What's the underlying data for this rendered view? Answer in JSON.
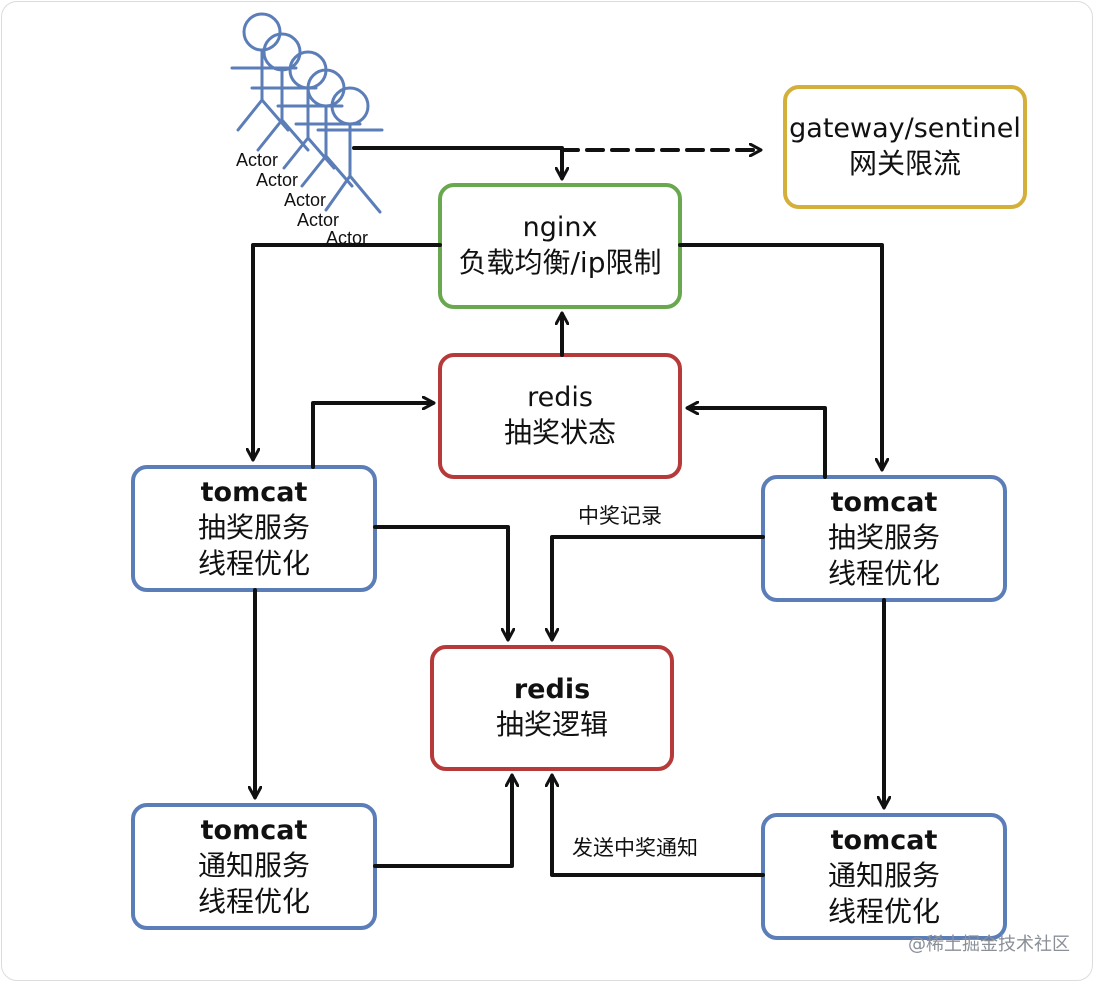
{
  "colors": {
    "green": "#6aa84f",
    "red": "#b63a3a",
    "blue": "#5b7db8",
    "gold": "#d4af3a",
    "actor": "#5b7db8",
    "arrow": "#111111"
  },
  "actors": {
    "labels": [
      "Actor",
      "Actor",
      "Actor",
      "Actor",
      "Actor"
    ]
  },
  "nodes": {
    "gateway": {
      "line1": "gateway/sentinel",
      "line2": "网关限流"
    },
    "nginx": {
      "line1": "nginx",
      "line2": "负载均衡/ip限制"
    },
    "redis_state": {
      "line1": "redis",
      "line2": "抽奖状态"
    },
    "tomcat_left_lottery": {
      "line1": "tomcat",
      "line2": "抽奖服务",
      "line3": "线程优化"
    },
    "tomcat_right_lottery": {
      "line1": "tomcat",
      "line2": "抽奖服务",
      "line3": "线程优化"
    },
    "redis_logic": {
      "line1": "redis",
      "line2": "抽奖逻辑"
    },
    "tomcat_left_notify": {
      "line1": "tomcat",
      "line2": "通知服务",
      "line3": "线程优化"
    },
    "tomcat_right_notify": {
      "line1": "tomcat",
      "line2": "通知服务",
      "line3": "线程优化"
    }
  },
  "edges": {
    "win_record_label": "中奖记录",
    "send_notice_label": "发送中奖通知"
  },
  "watermark": "@稀土掘金技术社区"
}
